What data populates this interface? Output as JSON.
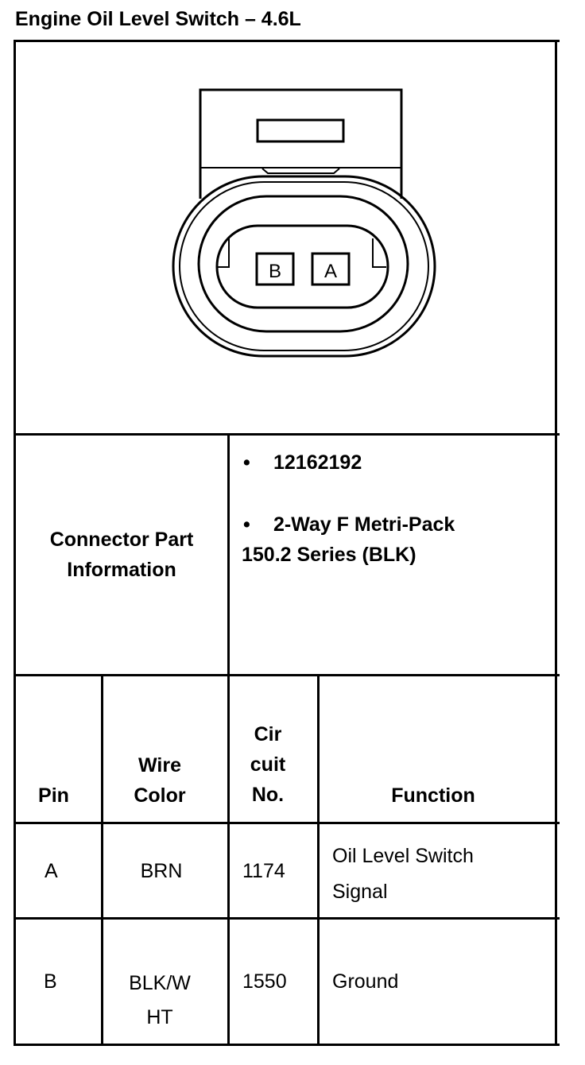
{
  "title": "Engine Oil Level Switch – 4.6L",
  "connector": {
    "pins": [
      "B",
      "A"
    ]
  },
  "part_info": {
    "label_line1": "Connector Part",
    "label_line2": "Information",
    "bullet": "•",
    "part_number": "12162192",
    "description_line1": "2-Way F Metri-Pack",
    "description_line2": "150.2 Series (BLK)"
  },
  "table": {
    "headers": {
      "pin": "Pin",
      "wire_color_line1": "Wire",
      "wire_color_line2": "Color",
      "circuit_line1": "Cir",
      "circuit_line2": "cuit",
      "circuit_line3": "No.",
      "function": "Function"
    },
    "rows": [
      {
        "pin": "A",
        "wire_color_line1": "BRN",
        "wire_color_line2": "",
        "circuit": "1174",
        "function_line1": "Oil Level Switch",
        "function_line2": "Signal"
      },
      {
        "pin": "B",
        "wire_color_line1": "BLK/W",
        "wire_color_line2": "HT",
        "circuit": "1550",
        "function_line1": "Ground",
        "function_line2": ""
      }
    ]
  }
}
